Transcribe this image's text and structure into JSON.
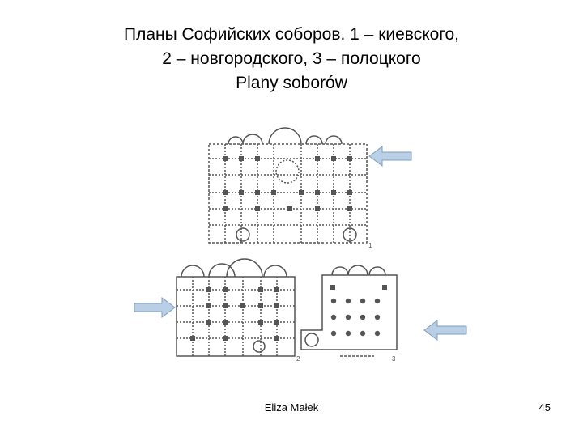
{
  "slide": {
    "title_lines": [
      "Планы Софийских соборов. 1 – киевского,",
      "2 – новгородского, 3 – полоцкого",
      "Plany soborów"
    ],
    "plan_labels": [
      "1",
      "2",
      "3"
    ],
    "author": "Eliza Małek",
    "page_number": "45",
    "arrow_color": "#b9cfe6",
    "arrow_stroke": "#7f9fbf"
  }
}
